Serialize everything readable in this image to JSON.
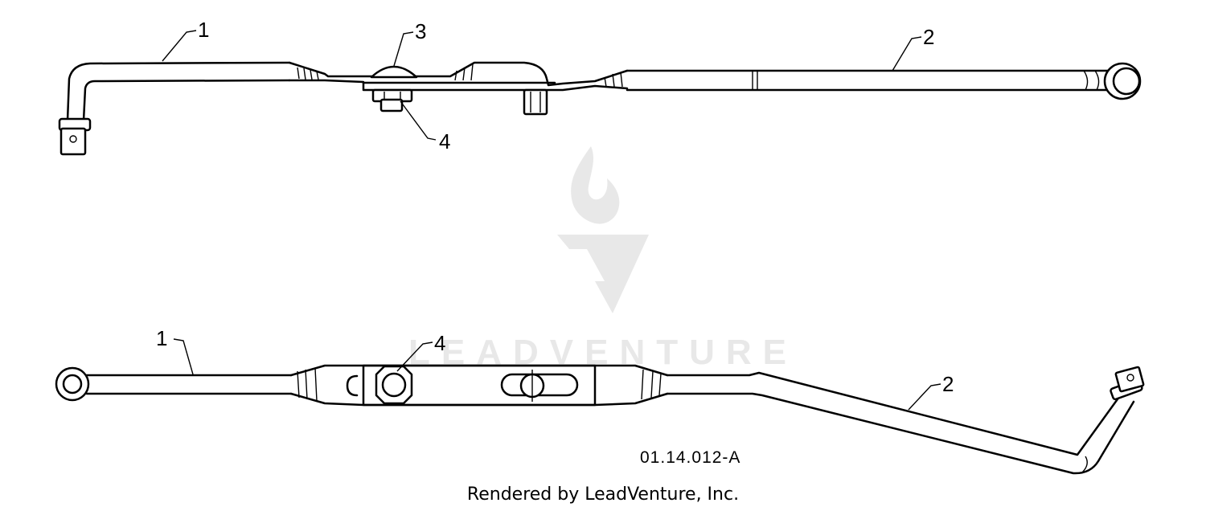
{
  "diagram": {
    "callouts": {
      "top_rod_left": "1",
      "top_rod_right": "2",
      "top_bolt": "3",
      "top_nut": "4",
      "bottom_rod_left": "1",
      "bottom_nut": "4",
      "bottom_rod_right": "2"
    },
    "drawing_id": "01.14.012-A",
    "credit": "Rendered by LeadVenture, Inc.",
    "watermark": "LEADVENTURE"
  },
  "colors": {
    "line": "#000000",
    "background": "#ffffff",
    "watermark": "#e6e6e6"
  }
}
